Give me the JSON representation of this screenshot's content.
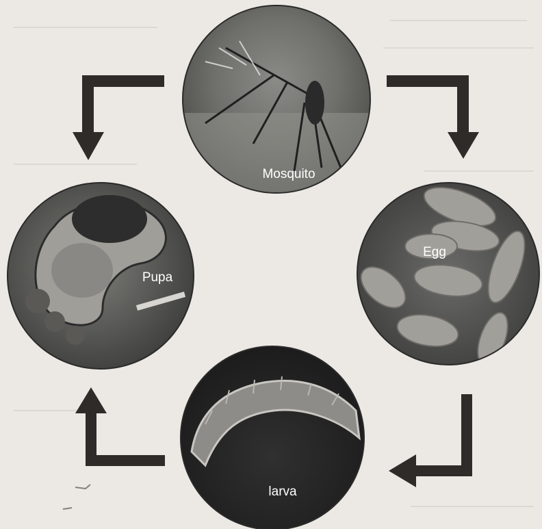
{
  "diagram": {
    "stages": [
      {
        "id": "mosquito",
        "label": "Mosquito"
      },
      {
        "id": "egg",
        "label": "Egg"
      },
      {
        "id": "larva",
        "label": "larva"
      },
      {
        "id": "pupa",
        "label": "Pupa"
      }
    ],
    "cycle_order": [
      "mosquito",
      "egg",
      "larva",
      "pupa",
      "mosquito"
    ],
    "colors": {
      "arrow": "#2e2b29",
      "label": "#ffffff",
      "background": "#ece9e4"
    }
  }
}
